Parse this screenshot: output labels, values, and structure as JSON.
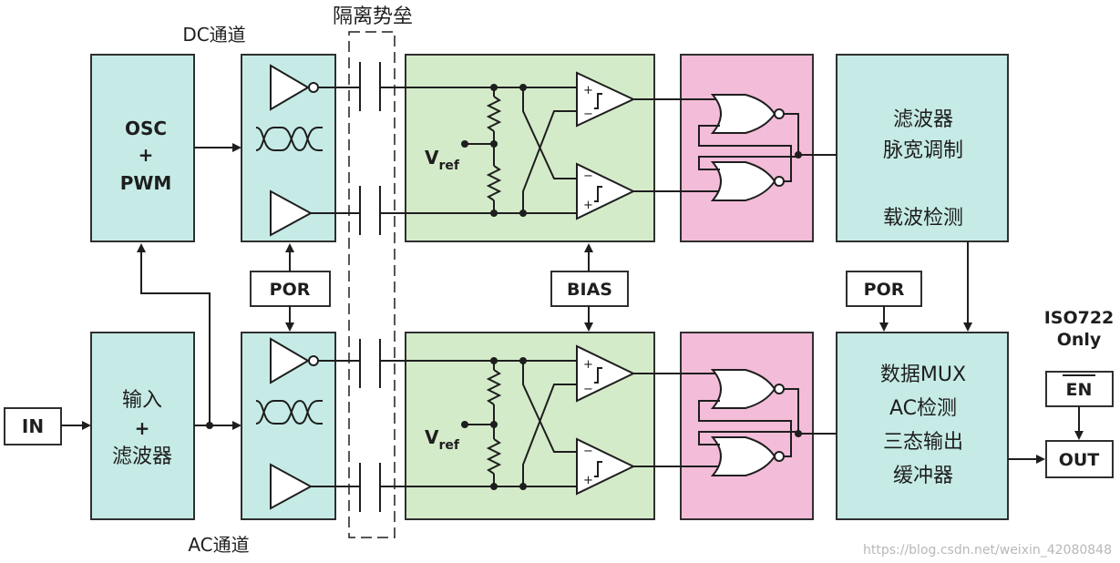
{
  "labels": {
    "dc_channel": "DC通道",
    "ac_channel": "AC通道",
    "isolation_barrier": "隔离势垒",
    "osc_line1": "OSC",
    "osc_line2": "+",
    "osc_line3": "PWM",
    "input_line1": "输入",
    "input_line2": "+",
    "input_line3": "滤波器",
    "in": "IN",
    "por_left": "POR",
    "bias": "BIAS",
    "por_right": "POR",
    "vref_top_main": "V",
    "vref_top_sub": "ref",
    "vref_bottom_main": "V",
    "vref_bottom_sub": "ref",
    "filter_line1": "滤波器",
    "filter_line2": "脉宽调制",
    "filter_line3": "载波检测",
    "mux_line1": "数据MUX",
    "mux_line2": "AC检测",
    "mux_line3": "三态输出",
    "mux_line4": "缓冲器",
    "iso_line1": "ISO722",
    "iso_line2": "Only",
    "en": "EN",
    "out": "OUT",
    "watermark": "https://blog.csdn.net/weixin_42080848"
  },
  "colors": {
    "cyan_block": "#c6ebe6",
    "green_block": "#d4ebc9",
    "pink_block": "#f3bcd8",
    "line": "#1e1e1e"
  }
}
